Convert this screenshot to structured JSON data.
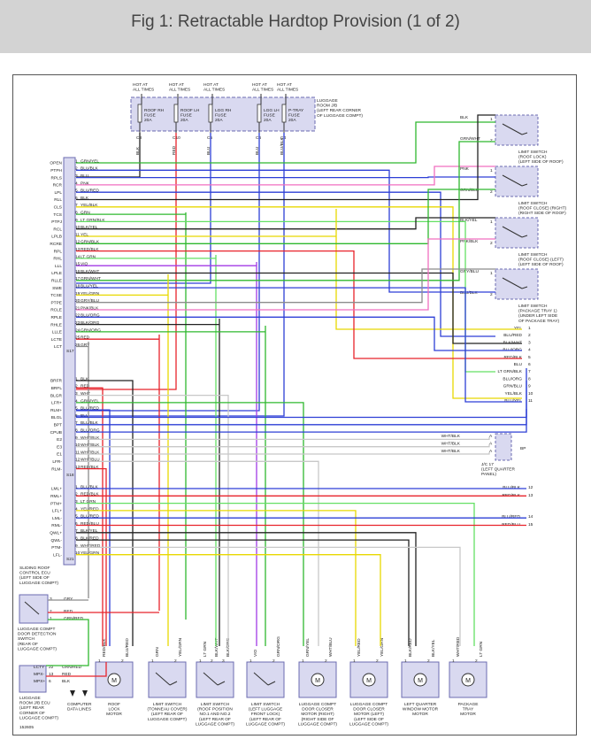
{
  "title": "Fig 1: Retractable Hardtop Provision (1 of 2)",
  "diagram_id": "152605",
  "fuse_box": {
    "hot_label": [
      "HOT AT",
      "ALL TIMES"
    ],
    "label": [
      "LUGGAGE",
      "ROOM J/B",
      "(LEFT REAR CORNER",
      "OF LUGGAGE COMPT)"
    ],
    "fuses": [
      {
        "name": [
          "ROOF RH",
          "FUSE",
          "20A"
        ],
        "pin": "C8"
      },
      {
        "name": [
          "ROOF LH",
          "FUSE",
          "20A"
        ],
        "pin": "C10"
      },
      {
        "name": [
          "LGG RH",
          "FUSE",
          "20A"
        ],
        "pin": "C5"
      },
      {
        "name": [
          "LGG LH",
          "FUSE",
          "20A"
        ],
        "pin": "C6"
      },
      {
        "name": [
          "P-TRAY",
          "FUSE",
          "20A"
        ],
        "pin": "C4"
      }
    ],
    "wire_colors": [
      "BLK",
      "RED",
      "BLU",
      "BLU",
      "BLU/BLK"
    ]
  },
  "ecu": {
    "label": [
      "SLIDING ROOF",
      "CONTROL ECU",
      "(LEFT SIDE OF",
      "LUGGAGE COMPT)"
    ],
    "conn1": "S17",
    "conn2": "S18",
    "conn3": "S21",
    "group1": [
      {
        "pin": "OPEN",
        "num": "1",
        "color": "GRN/YEL"
      },
      {
        "pin": "PTPH",
        "num": "2",
        "color": "BLU/BLK"
      },
      {
        "pin": "RPLS",
        "num": "3",
        "color": "BLU"
      },
      {
        "pin": "RCR",
        "num": "4",
        "color": "PNK"
      },
      {
        "pin": "LPL",
        "num": "5",
        "color": "BLU/RED"
      },
      {
        "pin": "RLL",
        "num": "6",
        "color": "BLK"
      },
      {
        "pin": "CLS",
        "num": "7",
        "color": "YEL/BLK"
      },
      {
        "pin": "TCS",
        "num": "8",
        "color": "GRN"
      },
      {
        "pin": "PTPJ",
        "num": "9",
        "color": "LT GRN/BLK"
      },
      {
        "pin": "RCL",
        "num": "10",
        "color": "BLK/YEL"
      },
      {
        "pin": "LPLB",
        "num": "11",
        "color": "YEL"
      },
      {
        "pin": "RCRE",
        "num": "12",
        "color": "GRN/BLK"
      },
      {
        "pin": "RPL",
        "num": "13",
        "color": "RED/BLK"
      },
      {
        "pin": "RHL",
        "num": "14",
        "color": "LT GRN"
      },
      {
        "pin": "LLL",
        "num": "15",
        "color": "VIO"
      },
      {
        "pin": "LPLE",
        "num": "16",
        "color": "BLK/WHT"
      },
      {
        "pin": "RLLE",
        "num": "17",
        "color": "GRN/WHT"
      },
      {
        "pin": "SWE",
        "num": "18",
        "color": "BLU/YEL"
      },
      {
        "pin": "TCSE",
        "num": "19",
        "color": "YEL/GRN"
      },
      {
        "pin": "PTPE",
        "num": "20",
        "color": "GRY/BLU"
      },
      {
        "pin": "RCLE",
        "num": "21",
        "color": "PNK/BLK"
      },
      {
        "pin": "RPLE",
        "num": "22",
        "color": "BLU/ORG"
      },
      {
        "pin": "RHLE",
        "num": "23",
        "color": "BLK/ORG"
      },
      {
        "pin": "LLLE",
        "num": "24",
        "color": "GRN/ORG"
      },
      {
        "pin": "LCTE",
        "num": "25",
        "color": "RED"
      },
      {
        "pin": "LCT",
        "num": "26",
        "color": "GRY"
      }
    ],
    "group2": [
      {
        "pin": "BRFR",
        "num": "1",
        "color": "BLK"
      },
      {
        "pin": "BRFL",
        "num": "2",
        "color": "RED"
      },
      {
        "pin": "BLGR",
        "num": "3",
        "color": "WHT"
      },
      {
        "pin": "LFR+",
        "num": "4",
        "color": "GRN/YEL"
      },
      {
        "pin": "RLM+",
        "num": "5",
        "color": "BLU/RED"
      },
      {
        "pin": "BLGL",
        "num": "6",
        "color": "BLU"
      },
      {
        "pin": "BPT",
        "num": "7",
        "color": "BLU/BLK"
      },
      {
        "pin": "CPUB",
        "num": "8",
        "color": "BLU/ORG"
      },
      {
        "pin": "E2",
        "num": "9",
        "color": "WHT/BLK"
      },
      {
        "pin": "E3",
        "num": "10",
        "color": "WHT/BLK"
      },
      {
        "pin": "E1",
        "num": "11",
        "color": "WHT/BLK"
      },
      {
        "pin": "LFR-",
        "num": "12",
        "color": "WHT/BLU"
      },
      {
        "pin": "RLM-",
        "num": "13",
        "color": "RED/BLK"
      }
    ],
    "group3": [
      {
        "pin": "LML+",
        "num": "1",
        "color": "BLU/BLK"
      },
      {
        "pin": "RML+",
        "num": "2",
        "color": "RED/BLK"
      },
      {
        "pin": "PTM+",
        "num": "3",
        "color": "LT GRN"
      },
      {
        "pin": "LFL+",
        "num": "4",
        "color": "YEL/RED"
      },
      {
        "pin": "LML-",
        "num": "5",
        "color": "BLU/RED"
      },
      {
        "pin": "RML-",
        "num": "6",
        "color": "RED/BLU"
      },
      {
        "pin": "QWL+",
        "num": "7",
        "color": "BLK/YEL"
      },
      {
        "pin": "QWL-",
        "num": "8",
        "color": "BLK/RED"
      },
      {
        "pin": "PTM-",
        "num": "9",
        "color": "WHT/RED"
      },
      {
        "pin": "LFL-",
        "num": "10",
        "color": "YEL/GRN"
      }
    ]
  },
  "limit_switches": [
    {
      "label": [
        "LIMIT SWITCH",
        "(ROOF LOCK)",
        "(LEFT SIDE OF ROOF)"
      ],
      "wires": [
        "BLK",
        "GRN/WHT"
      ]
    },
    {
      "label": [
        "LIMIT SWITCH",
        "(ROOF CLOSE) (RIGHT)",
        "(RIGHT SIDE OF ROOF)"
      ],
      "wires": [
        "PNK",
        "GRN/BLK"
      ]
    },
    {
      "label": [
        "LIMIT SWITCH",
        "(ROOF CLOSE) (LEFT)",
        "(LEFT SIDE OF ROOF)"
      ],
      "wires": [
        "BLK/YEL",
        "PNK/BLK"
      ]
    },
    {
      "label": [
        "LIMIT SWITCH",
        "(PACKAGE TRAY 1)",
        "(UNDER LEFT SIDE",
        "OF PACKAGE TRAY)"
      ],
      "wires": [
        "GRY/BLU",
        "BLU/BLK"
      ]
    }
  ],
  "continue_right": [
    {
      "color": "YEL",
      "num": "1"
    },
    {
      "color": "BLU/RED",
      "num": "2"
    },
    {
      "color": "BLK/WHT",
      "num": "3"
    },
    {
      "color": "BLU/ORG",
      "num": "4"
    },
    {
      "color": "RED/BLK",
      "num": "5"
    },
    {
      "color": "BLU",
      "num": "6"
    },
    {
      "color": "LT GRN/BLK",
      "num": "7"
    },
    {
      "color": "BLU/ORG",
      "num": "8"
    },
    {
      "color": "GRN/BLU",
      "num": "9"
    },
    {
      "color": "YEL/BLK",
      "num": "10"
    },
    {
      "color": "BLU/YEL",
      "num": "11"
    }
  ],
  "jc": {
    "label": [
      "J/C 17",
      "(LEFT QUARTER",
      "PANEL)"
    ],
    "pin_a": "A",
    "bp": "BP",
    "wires": [
      "WHT/BLK",
      "WHT/BLK",
      "WHT/BLK"
    ]
  },
  "continue_right2": [
    {
      "color": "BLU/BLK",
      "num": "12"
    },
    {
      "color": "RED/BLK",
      "num": "13"
    },
    {
      "color": "BLU/RED",
      "num": "14"
    },
    {
      "color": "RED/BLU",
      "num": "15"
    }
  ],
  "door_switch": {
    "label": [
      "LUGGAGE COMPT",
      "DOOR DETECTION",
      "SWITCH",
      "(REAR OF",
      "LUGGAGE COMPT)"
    ],
    "wires": [
      {
        "num": "3",
        "color": "GRY"
      },
      {
        "num": "2",
        "color": "RED"
      },
      {
        "num": "1",
        "color": "GRN/RED"
      }
    ]
  },
  "room_ecu": {
    "label": [
      "LUGGAGE",
      "ROOM J/B ECU",
      "(LEFT REAR",
      "CORNER OF",
      "LUGGAGE COMPT)"
    ],
    "pins": [
      {
        "name": "LCTY",
        "num": "22",
        "color": "GRN/RED"
      },
      {
        "name": "MPX-",
        "num": "13",
        "color": "RED"
      },
      {
        "name": "MPX+",
        "num": "6",
        "color": "BLK"
      }
    ],
    "data_lines": [
      "COMPUTER",
      "DATA LINES"
    ]
  },
  "components": [
    {
      "label": [
        "ROOF",
        "LOCK",
        "MOTOR"
      ],
      "type": "motor",
      "wires": [
        "RED/BLK",
        "BLU/RED"
      ]
    },
    {
      "label": [
        "LIMIT SWITCH",
        "(TONNEAU COVER)",
        "(LEFT REAR OF",
        "LUGGAGE COMPT)"
      ],
      "type": "switch",
      "wires": [
        "GRN",
        "YEL/GRN"
      ]
    },
    {
      "label": [
        "LIMIT SWITCH",
        "(ROOF POSITION",
        "NO.1 AND NO.2",
        "(LEFT REAR OF",
        "LUGGAGE COMPT)"
      ],
      "type": "switch",
      "wires": [
        "LT GRN",
        "BLK/WHT",
        "BLK/ORG"
      ]
    },
    {
      "label": [
        "LIMIT SWITCH",
        "(LEFT LUGGAGE",
        "FRONT LOCK)",
        "(LEFT REAR OF",
        "LUGGAGE COMPT)"
      ],
      "type": "switch",
      "wires": [
        "VIO",
        "GRN/ORG"
      ]
    },
    {
      "label": [
        "LUGGAGE COMPT",
        "DOOR CLOSER",
        "MOTOR (RIGHT)",
        "(RIGHT SIDE OF",
        "LUGGAGE COMPT)"
      ],
      "type": "motor",
      "wires": [
        "GRN/YEL",
        "WHT/BLU"
      ]
    },
    {
      "label": [
        "LUGGAGE COMPT",
        "DOOR CLOSER",
        "MOTOR (LEFT)",
        "(LEFT SIDE OF",
        "LUGGAGE COMPT)"
      ],
      "type": "motor",
      "wires": [
        "YEL/RED",
        "YEL/GRN"
      ]
    },
    {
      "label": [
        "LEFT QUARTER",
        "WINDOW MOTOR",
        "MOTOR"
      ],
      "type": "motor",
      "wires": [
        "BLK/RED",
        "BLK/YEL"
      ]
    },
    {
      "label": [
        "PACKAGE",
        "TRAY",
        "MOTOR"
      ],
      "type": "motor",
      "wires": [
        "WHT/RED",
        "LT GRN"
      ]
    }
  ],
  "colors": {
    "RED": "#e8232b",
    "BLU": "#2d3fd6",
    "GRN": "#2fb82f",
    "YEL": "#e8d800",
    "PNK": "#f06fc0",
    "VIO": "#a23be6",
    "GRY": "#8c8c8c",
    "BLK": "#222222",
    "WHT": "#c8c8c8",
    "ORG": "#f07a14",
    "LTGRN": "#64e064",
    "box_fill": "#d9d9f0",
    "box_stroke": "#6b6bb0"
  }
}
